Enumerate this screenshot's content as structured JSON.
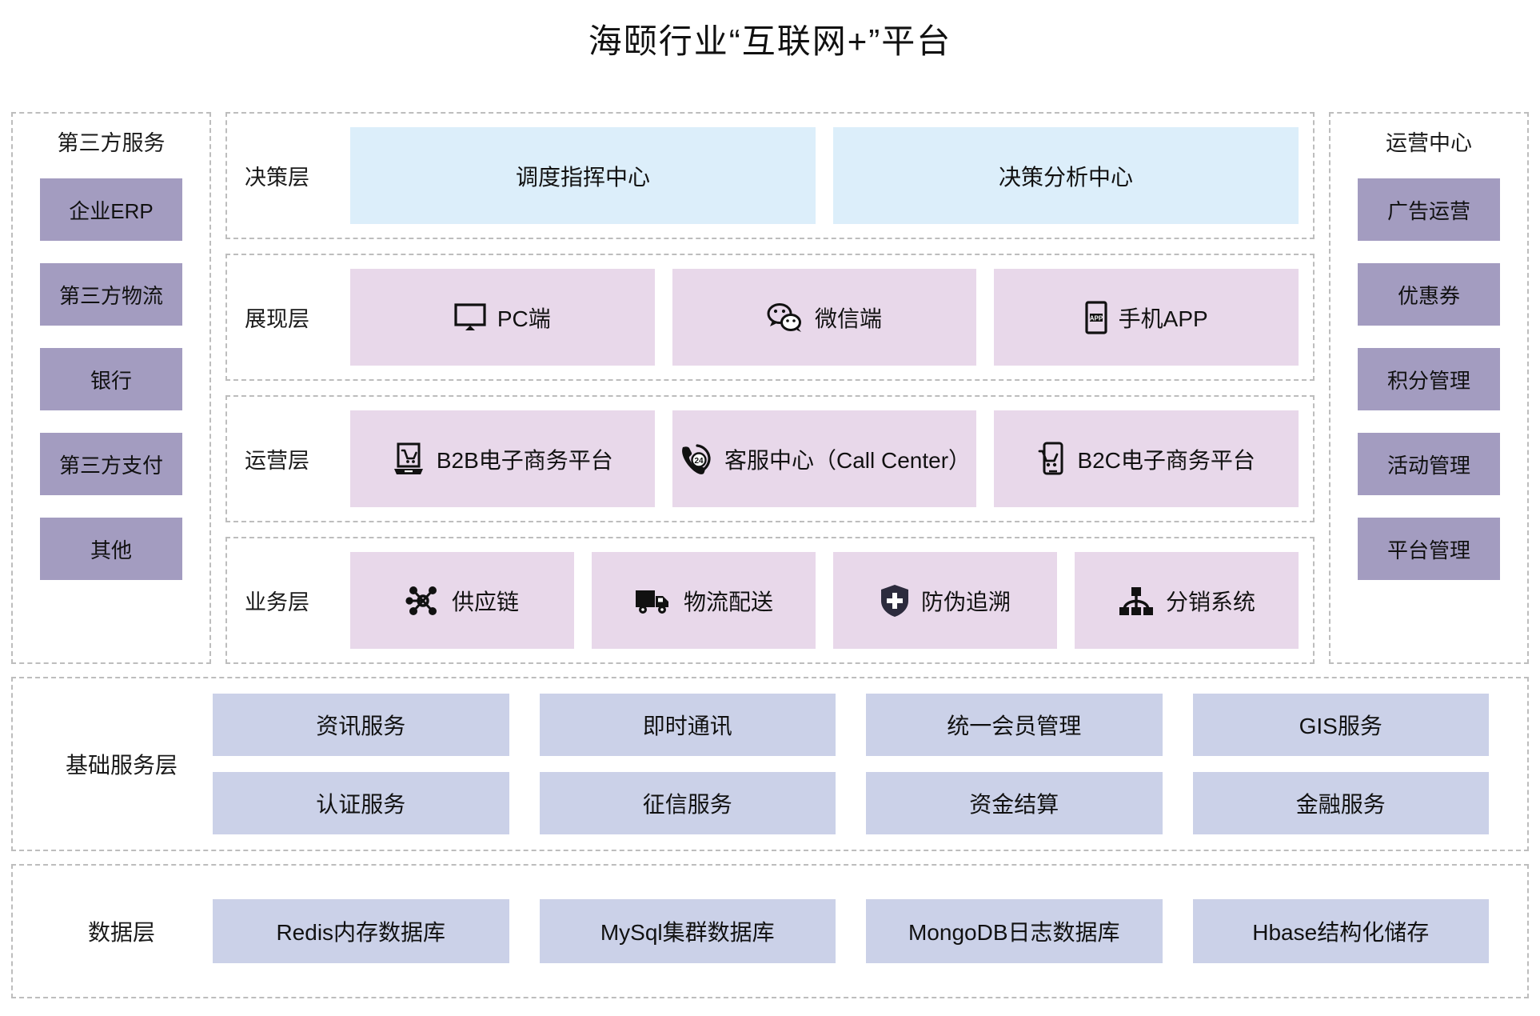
{
  "title": "海颐行业“互联网+”平台",
  "colors": {
    "decision_blue": "#dceefa",
    "presentation_pink": "#e8d8ea",
    "side_purple": "#a39cc0",
    "base_blue_gray": "#cbd1e8",
    "dash_border": "#bdbdbd"
  },
  "left_sidebar": {
    "title": "第三方服务",
    "items": [
      {
        "label": "企业ERP"
      },
      {
        "label": "第三方物流"
      },
      {
        "label": "银行"
      },
      {
        "label": "第三方支付"
      },
      {
        "label": "其他"
      }
    ]
  },
  "right_sidebar": {
    "title": "运营中心",
    "items": [
      {
        "label": "广告运营"
      },
      {
        "label": "优惠券"
      },
      {
        "label": "积分管理"
      },
      {
        "label": "活动管理"
      },
      {
        "label": "平台管理"
      }
    ]
  },
  "layers": [
    {
      "label": "决策层",
      "style": "blue",
      "items": [
        {
          "label": "调度指挥中心",
          "icon": null
        },
        {
          "label": "决策分析中心",
          "icon": null
        }
      ]
    },
    {
      "label": "展现层",
      "style": "pink",
      "items": [
        {
          "label": "PC端",
          "icon": "monitor-icon"
        },
        {
          "label": "微信端",
          "icon": "wechat-icon"
        },
        {
          "label": "手机APP",
          "icon": "mobile-app-icon"
        }
      ]
    },
    {
      "label": "运营层",
      "style": "pink",
      "items": [
        {
          "label": "B2B电子商务平台",
          "icon": "laptop-cart-icon"
        },
        {
          "label": "客服中心（Call Center）",
          "icon": "phone-24-icon"
        },
        {
          "label": "B2C电子商务平台",
          "icon": "mobile-cart-icon"
        }
      ]
    },
    {
      "label": "业务层",
      "style": "pink",
      "items": [
        {
          "label": "供应链",
          "icon": "network-nodes-icon"
        },
        {
          "label": "物流配送",
          "icon": "truck-icon"
        },
        {
          "label": "防伪追溯",
          "icon": "shield-plus-icon"
        },
        {
          "label": "分销系统",
          "icon": "hierarchy-icon"
        }
      ]
    }
  ],
  "base_services": {
    "label": "基础服务层",
    "items": [
      {
        "label": "资讯服务"
      },
      {
        "label": "即时通讯"
      },
      {
        "label": "统一会员管理"
      },
      {
        "label": "GIS服务"
      },
      {
        "label": "认证服务"
      },
      {
        "label": "征信服务"
      },
      {
        "label": "资金结算"
      },
      {
        "label": "金融服务"
      }
    ]
  },
  "data_layer": {
    "label": "数据层",
    "items": [
      {
        "label": "Redis内存数据库"
      },
      {
        "label": "MySql集群数据库"
      },
      {
        "label": "MongoDB日志数据库"
      },
      {
        "label": "Hbase结构化储存"
      }
    ]
  }
}
